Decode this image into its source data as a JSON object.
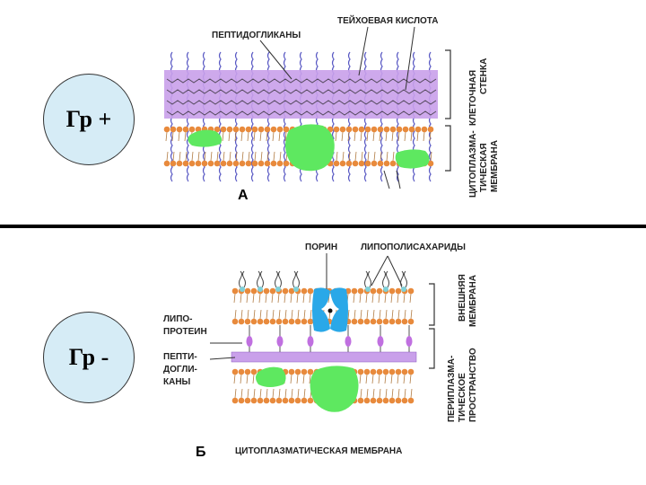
{
  "gram_positive": {
    "badge": "Гр +",
    "labels": {
      "peptidoglycans": "ПЕПТИДОГЛИКАНЫ",
      "teichoic_acid": "ТЕЙХОЕВАЯ КИСЛОТА",
      "cell_wall_1": "КЛЕТОЧНАЯ",
      "cell_wall_2": "СТЕНКА",
      "cpm_1": "ЦИТОПЛАЗМА-",
      "cpm_2": "ТИЧЕСКАЯ",
      "cpm_3": "МЕМБРАНА",
      "letter": "А"
    }
  },
  "gram_negative": {
    "badge": "Гр -",
    "labels": {
      "porin": "ПОРИН",
      "lps": "ЛИПОПОЛИСАХАРИДЫ",
      "lipo_1": "ЛИПО-",
      "lipo_2": "ПРОТЕИН",
      "pepti_1": "ПЕПТИ-",
      "pepti_2": "ДОГЛИ-",
      "pepti_3": "КАНЫ",
      "outer_1": "ВНЕШНЯЯ",
      "outer_2": "МЕМБРАНА",
      "peri_1": "ПЕРИПЛАЗМА-",
      "peri_2": "ТИЧЕСКОЕ",
      "peri_3": "ПРОСТРАНСТВО",
      "cpm": "ЦИТОПЛАЗМАТИЧЕСКАЯ МЕМБРАНА",
      "letter": "Б"
    }
  },
  "colors": {
    "peptidoglycan": "#c9a0ea",
    "lipid_head": "#e88a3c",
    "protein": "#5ee860",
    "teichoic": "#3a3ab8",
    "porin": "#2aa8e8",
    "lipoprotein": "#c070e0",
    "lps_head": "#7fd0d8"
  }
}
